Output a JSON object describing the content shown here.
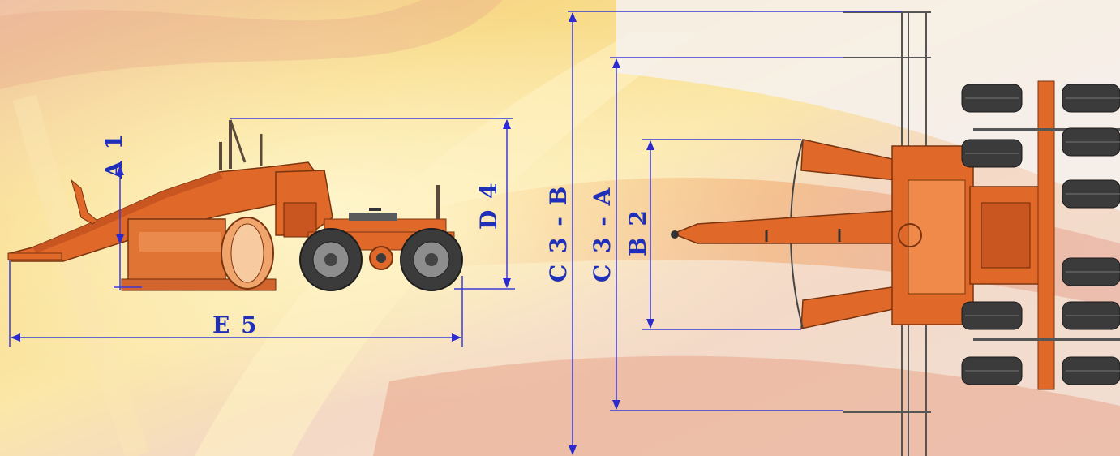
{
  "dimensions": {
    "a1": "A 1",
    "d4": "D 4",
    "e5": "E 5",
    "c3b": "C 3 - B",
    "c3a": "C 3 - A",
    "b2": "B 2"
  },
  "colors": {
    "dimension_line": "#3a3ad8",
    "dimension_text": "#1f2fb8",
    "machine_orange": "#e0692a",
    "machine_dark": "#333333",
    "tire": "#3b3b3b",
    "background_warm": "#f7d37a",
    "background_light": "#f4eee8"
  }
}
